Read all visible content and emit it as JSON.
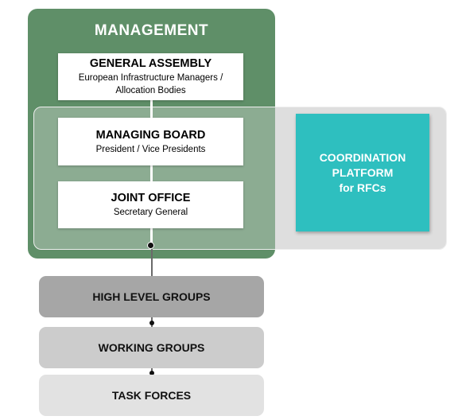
{
  "management": {
    "title": "MANAGEMENT",
    "general_assembly": {
      "title": "GENERAL ASSEMBLY",
      "subtitle_line1": "European Infrastructure Managers /",
      "subtitle_line2": "Allocation Bodies"
    },
    "managing_board": {
      "title": "MANAGING BOARD",
      "subtitle": "President / Vice Presidents"
    },
    "joint_office": {
      "title": "JOINT OFFICE",
      "subtitle": "Secretary General"
    }
  },
  "coordination_platform": {
    "label": "COORDINATION\nPLATFORM\nfor RFCs"
  },
  "groups": [
    {
      "label": "HIGH LEVEL GROUPS"
    },
    {
      "label": "WORKING GROUPS"
    },
    {
      "label": "TASK FORCES"
    }
  ],
  "colors": {
    "management_green": "#5f8f68",
    "platform_teal": "#2ebfbf",
    "high_level_grey": "#a6a6a6",
    "working_grey": "#cccccc",
    "task_grey": "#e2e2e2"
  }
}
